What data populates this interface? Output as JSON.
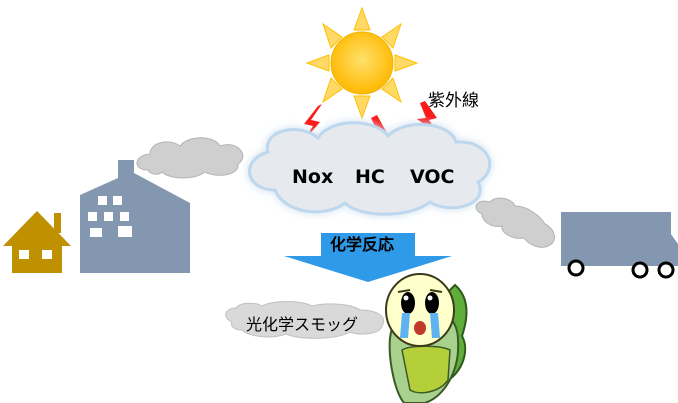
{
  "diagram": {
    "uv_label": "紫外線",
    "pollutants": [
      "Nox",
      "HC",
      "VOC"
    ],
    "reaction_label": "化学反応",
    "result_label": "光化学スモッグ"
  },
  "colors": {
    "sun": "#ffc000",
    "sun_rays": "#ffd966",
    "lightning": "#ff0000",
    "cloud_fill": "#e6eaef",
    "cloud_glow": "#bdd7ee",
    "smoke": "#c9c9c9",
    "house": "#bf9000",
    "factory": "#8497b0",
    "truck": "#8497b0",
    "arrow": "#2e9ae8",
    "mascot_body": "#a9d18e",
    "mascot_face": "#ffffcc"
  }
}
